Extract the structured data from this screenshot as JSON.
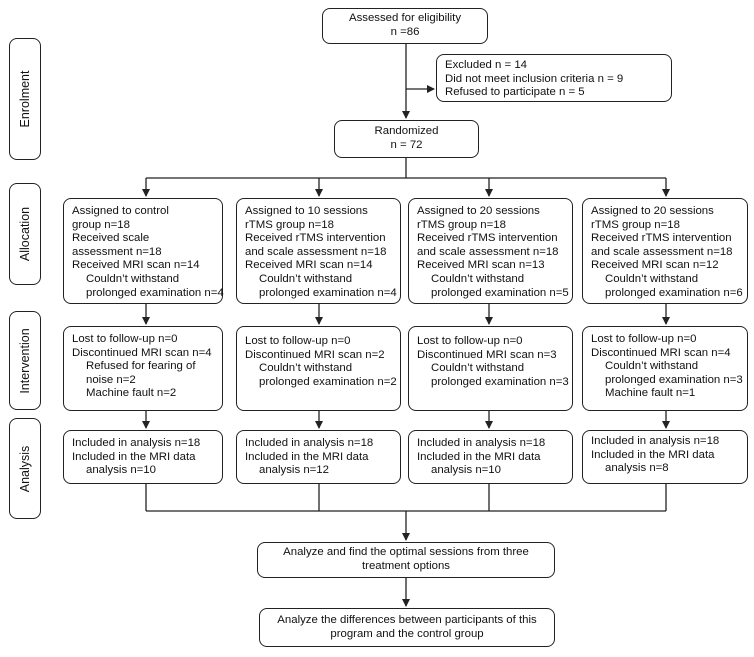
{
  "stages": [
    "Enrolment",
    "Allocation",
    "Intervention",
    "Analysis"
  ],
  "assessed": [
    "Assessed for eligibility",
    "n =86"
  ],
  "excluded": [
    "Excluded n = 14",
    "Did not meet inclusion criteria n = 9",
    "Refused to participate n = 5"
  ],
  "randomized": [
    "Randomized",
    "n = 72"
  ],
  "allocation": [
    [
      {
        "text": "Assigned to control",
        "indent": false
      },
      {
        "text": "group n=18",
        "indent": false
      },
      {
        "text": "Received scale",
        "indent": false
      },
      {
        "text": "assessment n=18",
        "indent": false
      },
      {
        "text": "Received MRI scan n=14",
        "indent": false
      },
      {
        "text": "Couldn’t withstand",
        "indent": true
      },
      {
        "text": "prolonged examination n=4",
        "indent": true
      }
    ],
    [
      {
        "text": "Assigned to 10 sessions",
        "indent": false
      },
      {
        "text": "rTMS group n=18",
        "indent": false
      },
      {
        "text": "Received rTMS intervention",
        "indent": false
      },
      {
        "text": "and scale assessment n=18",
        "indent": false
      },
      {
        "text": "Received MRI scan n=14",
        "indent": false
      },
      {
        "text": "Couldn’t withstand",
        "indent": true
      },
      {
        "text": "prolonged examination n=4",
        "indent": true
      }
    ],
    [
      {
        "text": "Assigned to 20 sessions",
        "indent": false
      },
      {
        "text": "rTMS group n=18",
        "indent": false
      },
      {
        "text": "Received rTMS intervention",
        "indent": false
      },
      {
        "text": "and scale assessment n=18",
        "indent": false
      },
      {
        "text": "Received MRI scan n=13",
        "indent": false
      },
      {
        "text": "Couldn’t withstand",
        "indent": true
      },
      {
        "text": "prolonged examination n=5",
        "indent": true
      }
    ],
    [
      {
        "text": "Assigned to 20 sessions",
        "indent": false
      },
      {
        "text": "rTMS group n=18",
        "indent": false
      },
      {
        "text": "Received rTMS intervention",
        "indent": false
      },
      {
        "text": "and scale assessment n=18",
        "indent": false
      },
      {
        "text": "Received MRI scan n=12",
        "indent": false
      },
      {
        "text": "Couldn’t withstand",
        "indent": true
      },
      {
        "text": "prolonged examination n=6",
        "indent": true
      }
    ]
  ],
  "intervention": [
    [
      {
        "text": "Lost to follow-up n=0",
        "indent": false
      },
      {
        "text": "Discontinued MRI scan n=4",
        "indent": false
      },
      {
        "text": "Refused for fearing of",
        "indent": true
      },
      {
        "text": "noise n=2",
        "indent": true
      },
      {
        "text": "Machine fault n=2",
        "indent": true
      }
    ],
    [
      {
        "text": "Lost to follow-up n=0",
        "indent": false
      },
      {
        "text": "Discontinued MRI scan n=2",
        "indent": false
      },
      {
        "text": "Couldn’t withstand",
        "indent": true
      },
      {
        "text": "prolonged examination n=2",
        "indent": true
      }
    ],
    [
      {
        "text": "Lost to follow-up n=0",
        "indent": false
      },
      {
        "text": "Discontinued MRI scan n=3",
        "indent": false
      },
      {
        "text": "Couldn’t withstand",
        "indent": true
      },
      {
        "text": "prolonged examination n=3",
        "indent": true
      }
    ],
    [
      {
        "text": "Lost to follow-up n=0",
        "indent": false
      },
      {
        "text": "Discontinued MRI scan n=4",
        "indent": false
      },
      {
        "text": "Couldn’t withstand",
        "indent": true
      },
      {
        "text": "prolonged examination n=3",
        "indent": true
      },
      {
        "text": "Machine fault n=1",
        "indent": true
      }
    ]
  ],
  "analysis": [
    [
      {
        "text": "Included in analysis n=18",
        "indent": false
      },
      {
        "text": "Included in the MRI data",
        "indent": false
      },
      {
        "text": "analysis n=10",
        "indent": true
      }
    ],
    [
      {
        "text": "Included in analysis n=18",
        "indent": false
      },
      {
        "text": "Included in the MRI data",
        "indent": false
      },
      {
        "text": "analysis n=12",
        "indent": true
      }
    ],
    [
      {
        "text": "Included in analysis n=18",
        "indent": false
      },
      {
        "text": "Included in the MRI data",
        "indent": false
      },
      {
        "text": "analysis n=10",
        "indent": true
      }
    ],
    [
      {
        "text": "Included in analysis n=18",
        "indent": false
      },
      {
        "text": "Included in the MRI data",
        "indent": false
      },
      {
        "text": "analysis n=8",
        "indent": true
      }
    ]
  ],
  "optimal": [
    "Analyze and find the optimal sessions from three",
    "treatment options"
  ],
  "differences": [
    "Analyze the differences between participants of this",
    "program and the control group"
  ]
}
